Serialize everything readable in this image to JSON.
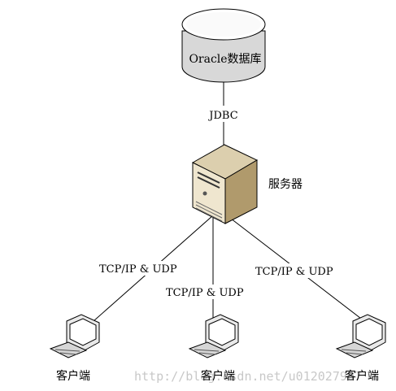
{
  "database": {
    "label": "Oracle数据库"
  },
  "connections": {
    "db_to_server": "JDBC",
    "server_to_client_left": "TCP/IP & UDP",
    "server_to_client_center": "TCP/IP & UDP",
    "server_to_client_right": "TCP/IP & UDP"
  },
  "server": {
    "label": "服务器"
  },
  "clients": [
    {
      "label": "客户端"
    },
    {
      "label": "客户端"
    },
    {
      "label": "客户端"
    }
  ],
  "watermark": "http://blog.csdn.net/u012027907",
  "colors": {
    "db_top": "#ffffff",
    "db_body": "#d8d8d8",
    "server_front": "#efe6cf",
    "server_side": "#b09a6c",
    "server_top": "#dccfae",
    "monitor_body": "#e9e9e9",
    "monitor_screen": "#ffffff",
    "line": "#000000"
  }
}
